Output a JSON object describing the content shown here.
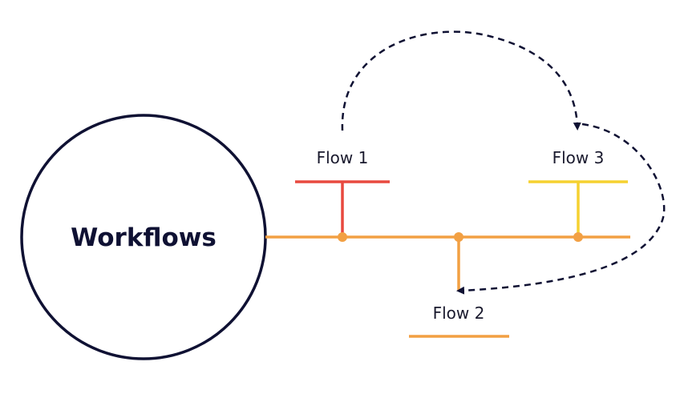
{
  "diagram": {
    "title": "Workflows",
    "flows": [
      {
        "label": "Flow 1",
        "color": "#e8493f"
      },
      {
        "label": "Flow 2",
        "color": "#f2a043"
      },
      {
        "label": "Flow 3",
        "color": "#f5d130"
      }
    ],
    "colors": {
      "main_line": "#f2a043",
      "node": "#f2a043",
      "circle_stroke": "#0f1133",
      "dashed_arrow": "#0f1133"
    }
  }
}
